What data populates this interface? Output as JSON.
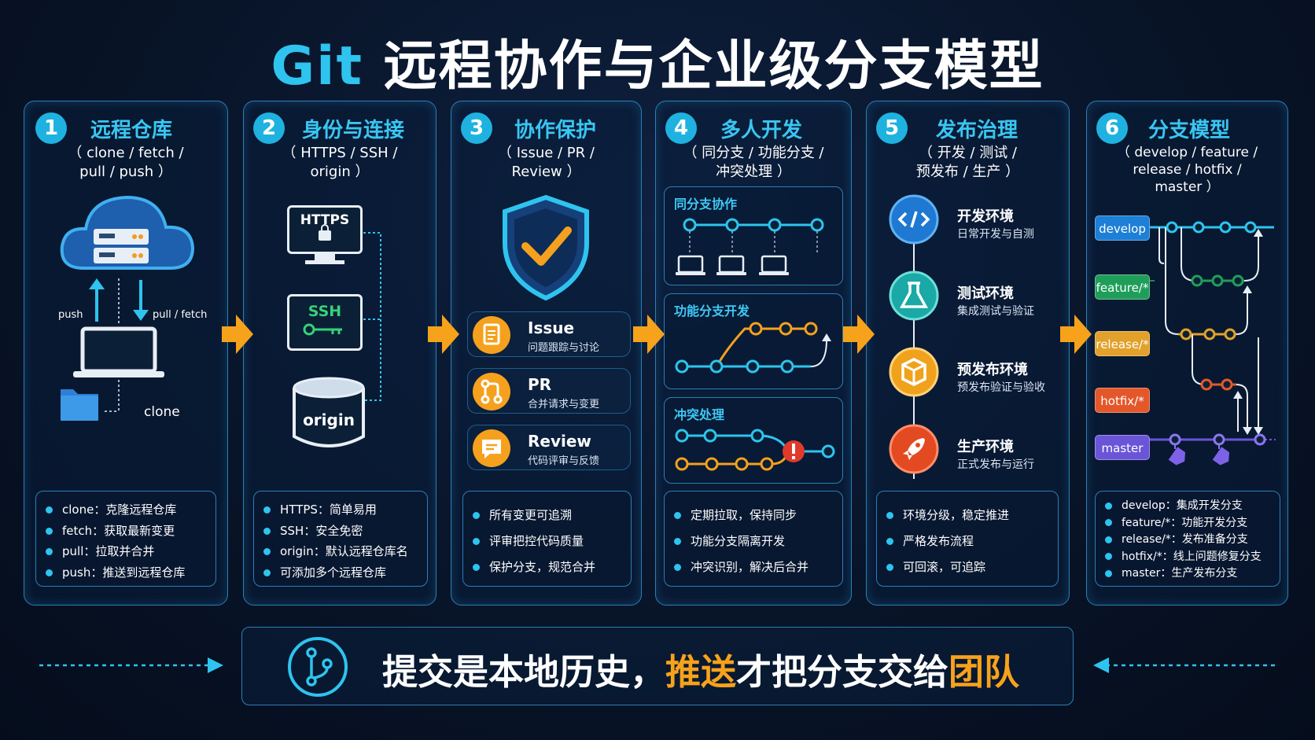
{
  "title": {
    "git": "Git",
    "rest": "远程协作与企业级分支模型"
  },
  "panels": [
    {
      "num": "1",
      "title": "远程仓库",
      "sub1": "（ clone / fetch /",
      "sub2": "pull / push ）",
      "labels": {
        "push": "push",
        "pull": "pull / fetch",
        "clone": "clone"
      },
      "bullets": [
        "clone：克隆远程仓库",
        "fetch：获取最新变更",
        "pull：拉取并合并",
        "push：推送到远程仓库"
      ]
    },
    {
      "num": "2",
      "title": "身份与连接",
      "sub1": "（ HTTPS / SSH /",
      "sub2": "origin ）",
      "labels": {
        "https": "HTTPS",
        "ssh": "SSH",
        "origin": "origin"
      },
      "bullets": [
        "HTTPS：简单易用",
        "SSH：安全免密",
        "origin：默认远程仓库名",
        "可添加多个远程仓库"
      ]
    },
    {
      "num": "3",
      "title": "协作保护",
      "sub1": "（ Issue / PR /",
      "sub2": "Review ）",
      "items": [
        {
          "t1": "Issue",
          "t2": "问题跟踪与讨论"
        },
        {
          "t1": "PR",
          "t2": "合并请求与变更"
        },
        {
          "t1": "Review",
          "t2": "代码评审与反馈"
        }
      ],
      "bullets": [
        "所有变更可追溯",
        "评审把控代码质量",
        "保护分支，规范合并"
      ]
    },
    {
      "num": "4",
      "title": "多人开发",
      "sub1": "（ 同分支 / 功能分支 /",
      "sub2": "冲突处理 ）",
      "subs": [
        "同分支协作",
        "功能分支开发",
        "冲突处理"
      ],
      "bullets": [
        "定期拉取，保持同步",
        "功能分支隔离开发",
        "冲突识别，解决后合并"
      ]
    },
    {
      "num": "5",
      "title": "发布治理",
      "sub1": "（ 开发 / 测试 /",
      "sub2": "预发布 / 生产 ）",
      "envs": [
        {
          "t1": "开发环境",
          "t2": "日常开发与自测",
          "color": "#1f78d1"
        },
        {
          "t1": "测试环境",
          "t2": "集成测试与验证",
          "color": "#1aa9a6"
        },
        {
          "t1": "预发布环境",
          "t2": "预发布验证与验收",
          "color": "#f0a21c"
        },
        {
          "t1": "生产环境",
          "t2": "正式发布与运行",
          "color": "#e34a22"
        }
      ],
      "bullets": [
        "环境分级，稳定推进",
        "严格发布流程",
        "可回滚，可追踪"
      ]
    },
    {
      "num": "6",
      "title": "分支模型",
      "sub1": "（ develop / feature /",
      "sub2": "release / hotfix /",
      "sub3": "master ）",
      "branches": [
        {
          "name": "develop",
          "color": "#1d7fd6"
        },
        {
          "name": "feature/*",
          "color": "#1f9e5a"
        },
        {
          "name": "release/*",
          "color": "#e1a12a"
        },
        {
          "name": "hotfix/*",
          "color": "#e4572a"
        },
        {
          "name": "master",
          "color": "#6a55d9"
        }
      ],
      "bullets": [
        "develop：集成开发分支",
        "feature/*：功能开发分支",
        "release/*：发布准备分支",
        "hotfix/*：线上问题修复分支",
        "master：生产发布分支"
      ]
    }
  ],
  "bottom": {
    "part1": "提交是本地历史，",
    "part2": "推送",
    "part3": "才把分支交给",
    "part4": "团队"
  }
}
